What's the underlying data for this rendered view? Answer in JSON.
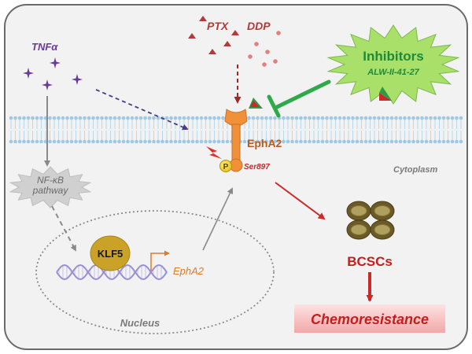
{
  "labels": {
    "tnf": "TNFα",
    "ptx": "PTX",
    "ddp": "DDP",
    "inhibitors": "Inhibitors",
    "inhibitor_name": "ALW-II-41-27",
    "epha2_receptor": "EphA2",
    "phospho": "P",
    "ser": "Ser897",
    "cytoplasm": "Cytoplasm",
    "nfkb_line1": "NF-κB",
    "nfkb_line2": "pathway",
    "klf5": "KLF5",
    "epha2_gene": "EphA2",
    "nucleus": "Nucleus",
    "bcscs": "BCSCs",
    "chemoresistance": "Chemoresistance"
  },
  "colors": {
    "tnf": "#6a3a9a",
    "drug": "#b33a3a",
    "inhibitor_fill": "#a8e06a",
    "inhibitor_text": "#1e8a3a",
    "receptor": "#f0913a",
    "receptor_text": "#c05a1a",
    "membrane": "#9ec9e6",
    "cytoplasm_bg": "#f2f2f2",
    "nfkb": "#cfcfcf",
    "klf5": "#c9a227",
    "dna": "#a8a0d8",
    "bcscs": "#c21f1f",
    "cell_outer": "#7a6a32",
    "cell_inner": "#a09250",
    "chemo_text": "#c21f1f",
    "chemo_bg": "#f6b7b7"
  }
}
